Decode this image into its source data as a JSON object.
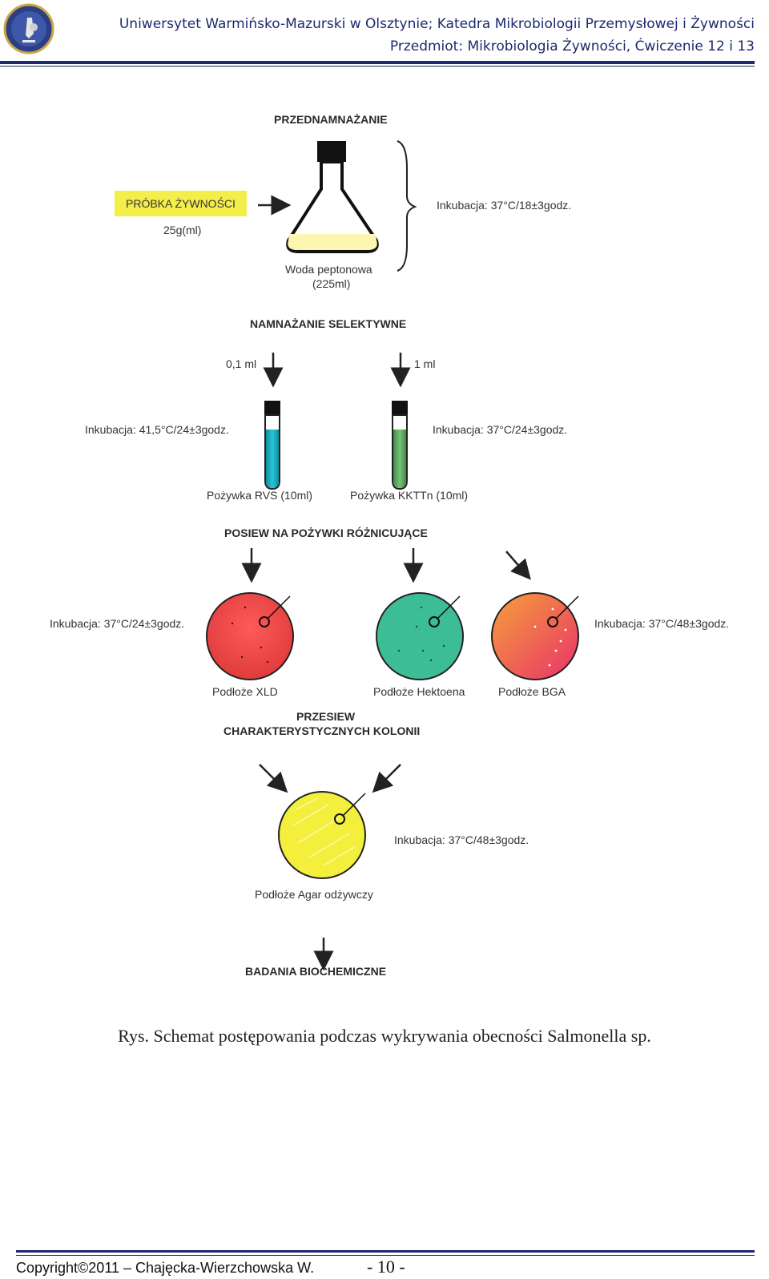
{
  "header": {
    "institution": "Uniwersytet Warmińsko-Mazurski w Olsztynie; Katedra Mikrobiologii Przemysłowej i Żywności",
    "course": "Przedmiot: Mikrobiologia Żywności, Ćwiczenie 12 i 13"
  },
  "diagram": {
    "stage1": {
      "title": "PRZEDNAMNAŻANIE",
      "sample_label": "PRÓBKA ŻYWNOŚCI",
      "sample_amount": "25g(ml)",
      "medium": "Woda peptonowa",
      "medium_volume": "(225ml)",
      "incubation": "Inkubacja: 37°C/18±3godz."
    },
    "stage2": {
      "title": "NAMNAŻANIE SELEKTYWNE",
      "transfer_left": "0,1 ml",
      "transfer_right": "1 ml",
      "incubation_left": "Inkubacja: 41,5°C/24±3godz.",
      "incubation_right": "Inkubacja: 37°C/24±3godz.",
      "tube_left": "Pożywka RVS (10ml)",
      "tube_right": "Pożywka KKTTn (10ml)"
    },
    "stage3": {
      "title": "POSIEW NA POŻYWKI RÓŻNICUJĄCE",
      "incubation_left": "Inkubacja: 37°C/24±3godz.",
      "incubation_right": "Inkubacja: 37°C/48±3godz.",
      "plate1": "Podłoże XLD",
      "plate2": "Podłoże Hektoena",
      "plate3": "Podłoże BGA"
    },
    "stage4": {
      "title_line1": "PRZESIEW",
      "title_line2": "CHARAKTERYSTYCZNYCH KOLONII",
      "incubation": "Inkubacja: 37°C/48±3godz.",
      "plate": "Podłoże Agar odżywczy"
    },
    "stage5": {
      "title": "BADANIA BIOCHEMICZNE"
    }
  },
  "caption": "Rys. Schemat postępowania podczas wykrywania obecności Salmonella sp.",
  "footer": {
    "copyright": "Copyright©2011 – Chajęcka-Wierzchowska W.",
    "page": "- 10 -"
  },
  "colors": {
    "header_text": "#1b2a6e",
    "highlight": "#f4ee4a",
    "tube_rvs": "#1fb3c4",
    "tube_kkttn": "#5aa85e",
    "plate_xld": "#f04848",
    "plate_hektoen": "#3dbd96",
    "plate_bga": "#f07a5a",
    "plate_agar": "#f3ef3c"
  }
}
